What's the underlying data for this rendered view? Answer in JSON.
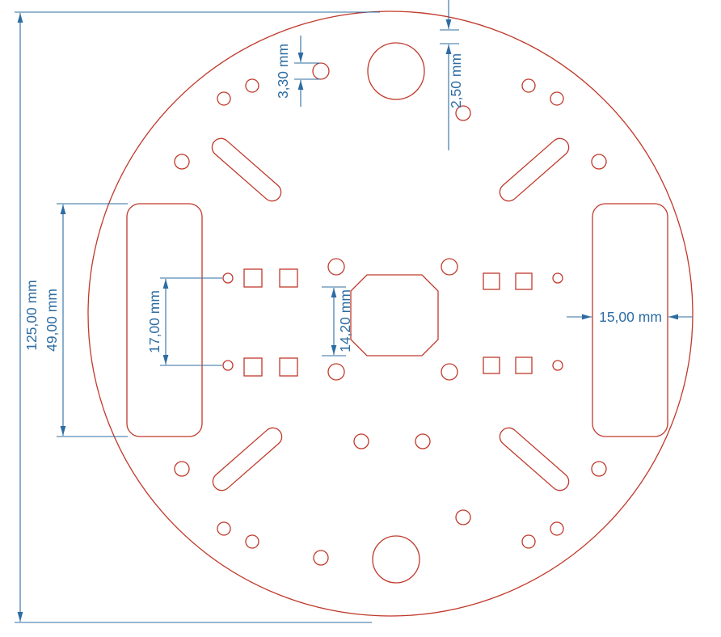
{
  "drawing": {
    "description": "CAD dimension drawing of a round robot chassis plate",
    "colors": {
      "outline": "#c0392b",
      "dimension": "#2d6ca2",
      "background": "#ffffff"
    },
    "dimensions": {
      "overall_diameter": "125,00 mm",
      "cutout_height": "49,00 mm",
      "side_hole_spacing": "17,00 mm",
      "small_hole_diameter": "3,30 mm",
      "edge_offset": "2,50 mm",
      "pad_gap": "14,20 mm",
      "cutout_width": "15,00 mm"
    }
  }
}
